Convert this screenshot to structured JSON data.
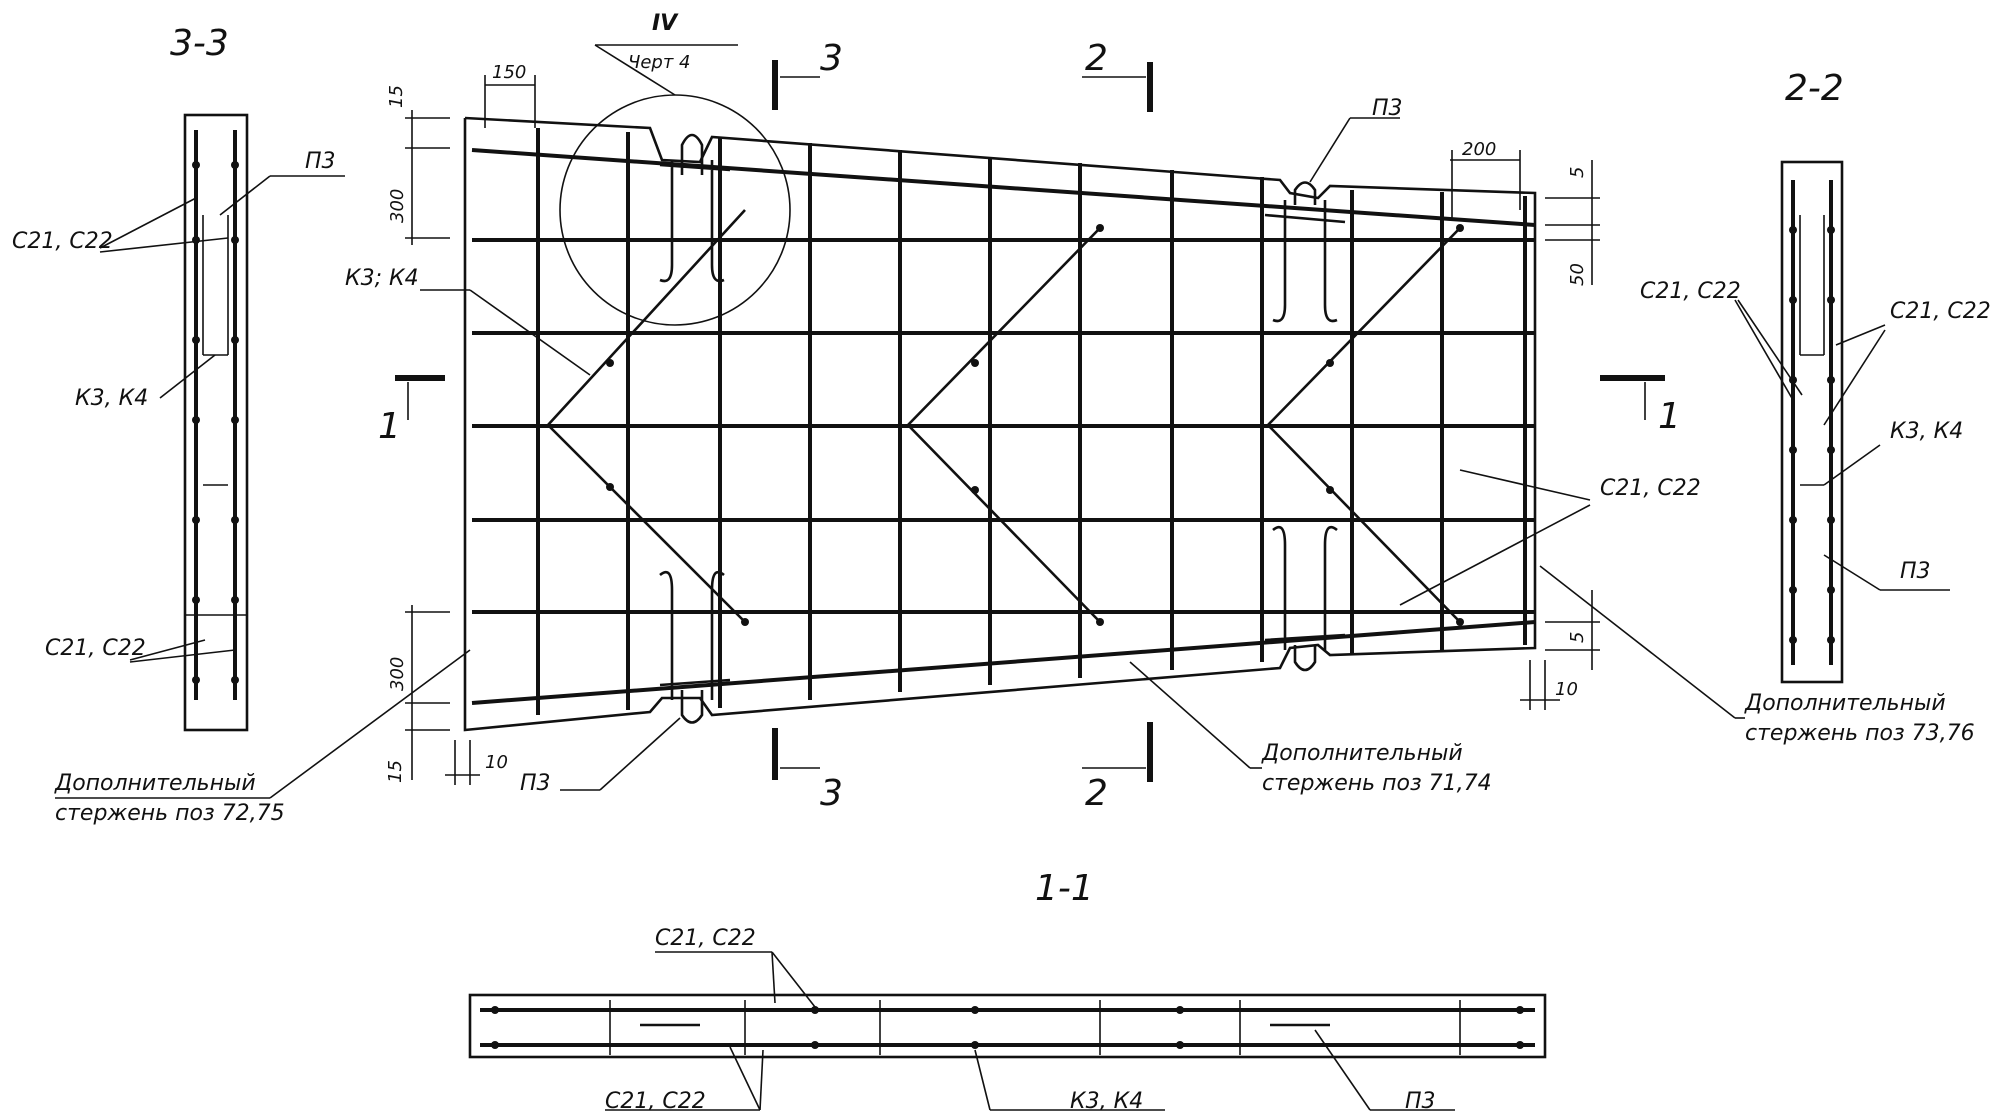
{
  "sections": {
    "s33": "3-3",
    "s22": "2-2",
    "s11": "1-1",
    "cut1": "1",
    "cut2": "2",
    "cut3": "3"
  },
  "callout": {
    "roman": "IV",
    "ref": "Черт 4"
  },
  "labels": {
    "c21c22": "С21, С22",
    "k3k4": "К3, К4",
    "k3k4_semi": "К3; К4",
    "p3": "П3",
    "extra": "Дополнительный",
    "rod_7275": "стержень поз 72,75",
    "rod_7174": "стержень поз 71,74",
    "rod_7376": "стержень поз 73,76"
  },
  "dims": {
    "d150": "150",
    "d15": "15",
    "d300": "300",
    "d200": "200",
    "d5": "5",
    "d50": "50",
    "d10": "10"
  }
}
